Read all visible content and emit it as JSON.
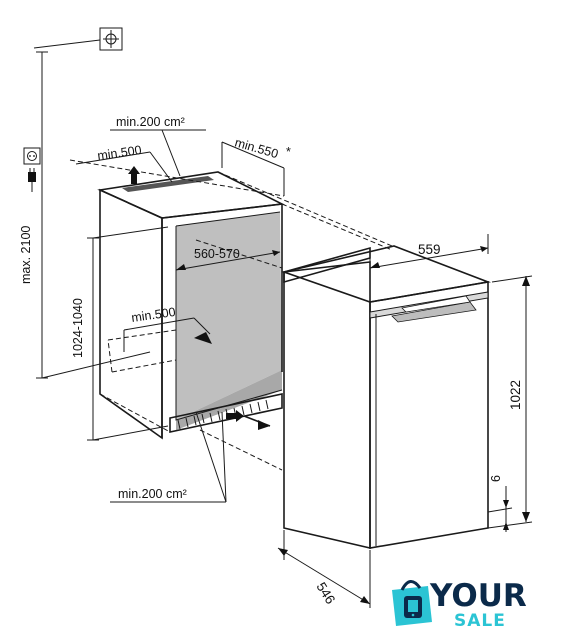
{
  "dimensions": {
    "max_height": "max. 2100",
    "vent_top_area": "min.200 cm²",
    "vent_top_depth": "min.500",
    "niche_depth": "min.550",
    "niche_depth_note": "*",
    "niche_width": "560-570",
    "niche_height": "1024-1040",
    "inner_depth": "min.500",
    "vent_bottom_area": "min.200 cm²",
    "appliance_width": "559",
    "appliance_height": "1022",
    "plinth_gap": "6",
    "appliance_depth": "546"
  },
  "logo": {
    "word1": "YOUR",
    "word2": "SALE",
    "dark_color": "#0b2a4a",
    "accent_color": "#2bc4d4"
  }
}
